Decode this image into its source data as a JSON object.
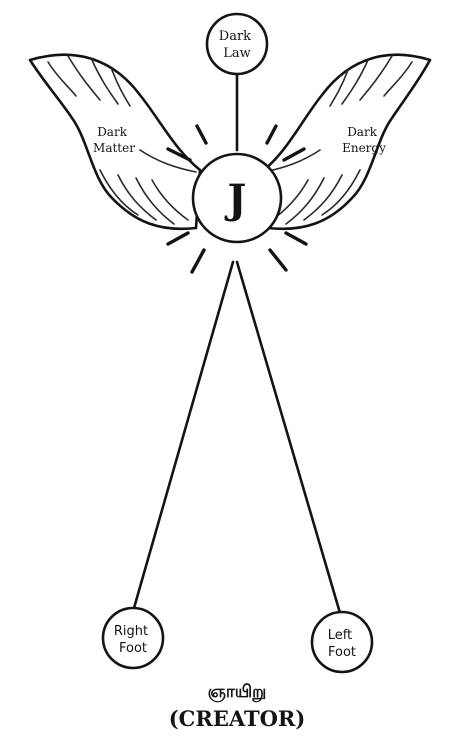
{
  "diagram": {
    "top_node": {
      "line1": "Dark",
      "line2": "Law"
    },
    "center_node": {
      "letter": "J"
    },
    "left_wing": {
      "line1": "Dark",
      "line2": "Matter"
    },
    "right_wing": {
      "line1": "Dark",
      "line2": "Energy"
    },
    "right_foot": {
      "line1": "Right",
      "line2": "Foot"
    },
    "left_foot": {
      "line1": "Left",
      "line2": "Foot"
    },
    "caption": {
      "tamil": "ஞாயிறு",
      "english": "(CREATOR)"
    }
  }
}
